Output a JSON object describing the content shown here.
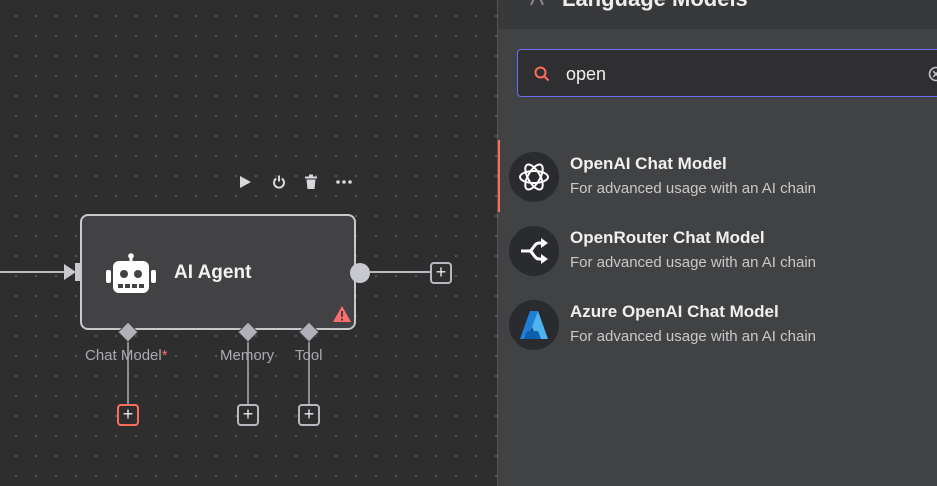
{
  "canvas": {
    "node": {
      "label": "AI Agent",
      "toolbar": [
        "play-icon",
        "power-icon",
        "trash-icon",
        "more-icon"
      ],
      "connectors": [
        {
          "label": "Chat Model",
          "required_marker": "*"
        },
        {
          "label": "Memory"
        },
        {
          "label": "Tool"
        }
      ],
      "warning_icon": "warning-icon",
      "add_symbol": "+"
    }
  },
  "panel": {
    "title": "Language Models",
    "search": {
      "value": "open"
    },
    "results": [
      {
        "title": "OpenAI Chat Model",
        "description": "For advanced usage with an AI chain",
        "icon": "openai-icon"
      },
      {
        "title": "OpenRouter Chat Model",
        "description": "For advanced usage with an AI chain",
        "icon": "openrouter-icon"
      },
      {
        "title": "Azure OpenAI Chat Model",
        "description": "For advanced usage with an AI chain",
        "icon": "azure-icon"
      }
    ]
  },
  "colors": {
    "accent": "#ff6d5a",
    "search_border": "#6c6cff",
    "canvas_bg": "#2e2e2e",
    "panel_bg": "#414244"
  }
}
